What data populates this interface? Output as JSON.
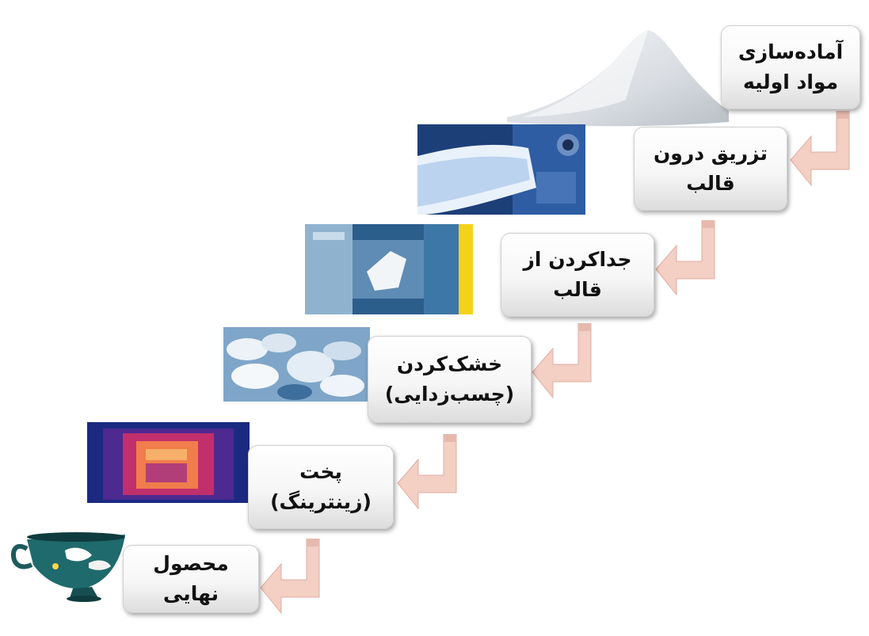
{
  "steps": [
    {
      "id": "raw-material-prep",
      "label": "آماده‌سازی\nمواد اولیه"
    },
    {
      "id": "mold-injection",
      "label": "تزریق درون\nقالب"
    },
    {
      "id": "demolding",
      "label": "جداکردن از\nقالب"
    },
    {
      "id": "drying",
      "label": "خشک‌کردن\n(چسب‌زدایی)"
    },
    {
      "id": "sintering",
      "label": "پخت\n(زینترینگ)"
    },
    {
      "id": "final-product",
      "label": "محصول نهایی"
    }
  ],
  "images": [
    {
      "step": "raw-material-prep",
      "subject": "white powder pile"
    },
    {
      "step": "mold-injection",
      "subject": "injection molding machine"
    },
    {
      "step": "demolding",
      "subject": "opened mold with part"
    },
    {
      "step": "drying",
      "subject": "white molded parts"
    },
    {
      "step": "sintering",
      "subject": "thermal image of kiln"
    },
    {
      "step": "final-product",
      "subject": "ceramic cup"
    }
  ],
  "colors": {
    "arrow_fill": "#f3cfc4",
    "arrow_edge": "#e2ada0",
    "box_text": "#111111"
  }
}
